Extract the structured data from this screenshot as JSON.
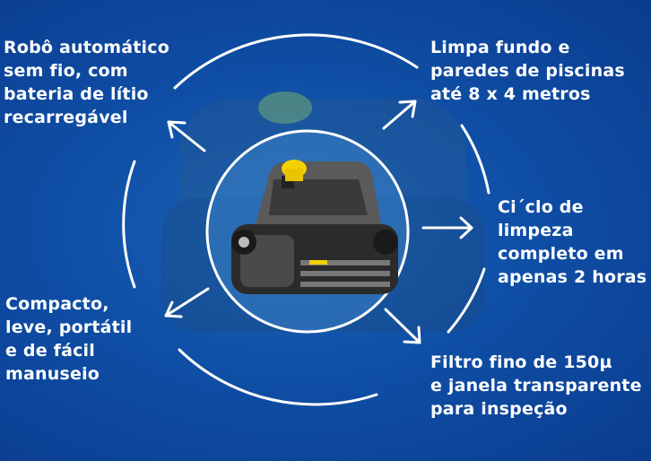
{
  "features": [
    {
      "id": "battery",
      "lines": [
        "Robô automático",
        "sem fio, com",
        "bateria de lítio",
        "recarregável"
      ]
    },
    {
      "id": "cleans",
      "lines": [
        "Limpa fundo e",
        "paredes de piscinas",
        "até 8 x 4 metros"
      ]
    },
    {
      "id": "cycle",
      "lines": [
        "Ci´clo de",
        "limpeza",
        "completo em",
        "apenas 2 horas"
      ]
    },
    {
      "id": "filter",
      "lines": [
        "Filtro fino de 150µ",
        "e janela transparente",
        "para inspeção"
      ]
    },
    {
      "id": "compact",
      "lines": [
        "Compacto,",
        "leve, portátil",
        "e de fácil",
        "manuseio"
      ]
    }
  ],
  "colors": {
    "background": "#0f4fa6",
    "accent": "#f5d000",
    "text": "#ffffff"
  }
}
